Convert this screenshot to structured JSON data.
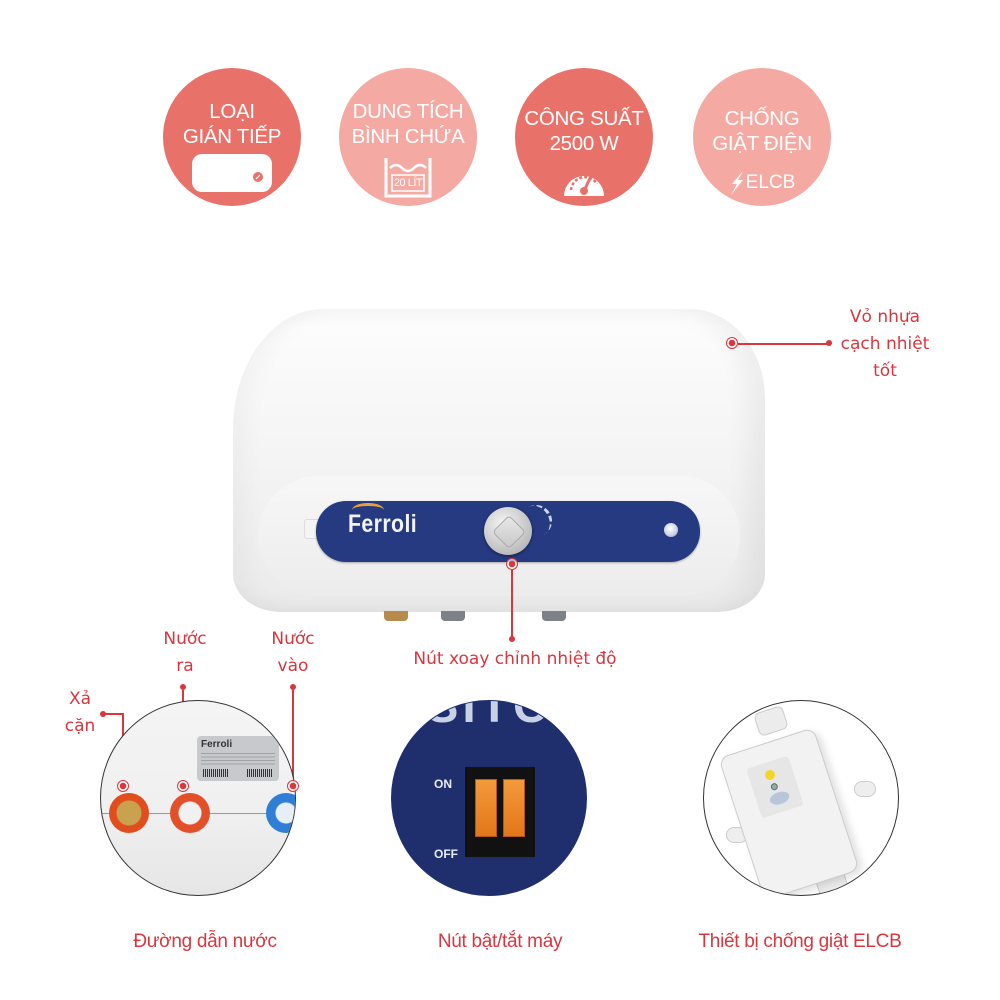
{
  "badges": [
    {
      "id": "type",
      "line1": "LOẠI",
      "line2": "GIÁN TIẾP",
      "icon": "water-heater-icon",
      "color": "#e8726a"
    },
    {
      "id": "capacity",
      "line1": "DUNG TÍCH",
      "line2": "BÌNH CHỨA",
      "icon": "tank-icon",
      "icon_label": "20 LÍT",
      "color": "#f4a9a3"
    },
    {
      "id": "power",
      "line1": "CÔNG SUẤT",
      "line2": "2500 W",
      "icon": "gauge-icon",
      "color": "#e8726a"
    },
    {
      "id": "shock",
      "line1": "CHỐNG",
      "line2": "GIẬT ĐIỆN",
      "icon": "lightning-icon",
      "icon_label": "ELCB",
      "color": "#f4a9a3"
    }
  ],
  "product": {
    "brand": "Ferroli"
  },
  "annotations": {
    "shell": {
      "line1": "Vỏ nhựa",
      "line2": "cạch nhiệt",
      "line3": "tốt"
    },
    "knob": "Nút xoay chỉnh nhiệt độ",
    "outlet": {
      "line1": "Nước",
      "line2": "ra"
    },
    "inlet": {
      "line1": "Nước",
      "line2": "vào"
    },
    "drain": {
      "line1": "Xả",
      "line2": "cặn"
    }
  },
  "details": {
    "plumbing": {
      "caption": "Đường dẫn nước",
      "plate_brand": "Ferroli"
    },
    "switch": {
      "caption": "Nút bật/tắt máy",
      "on_label": "ON",
      "off_label": "OFF",
      "bg_text": "SITC"
    },
    "elcb": {
      "caption": "Thiết bị chống giật ELCB"
    }
  },
  "colors": {
    "accent_red": "#d9363e",
    "badge_dark": "#e8726a",
    "badge_light": "#f4a9a3",
    "panel_blue": "#263a82"
  }
}
